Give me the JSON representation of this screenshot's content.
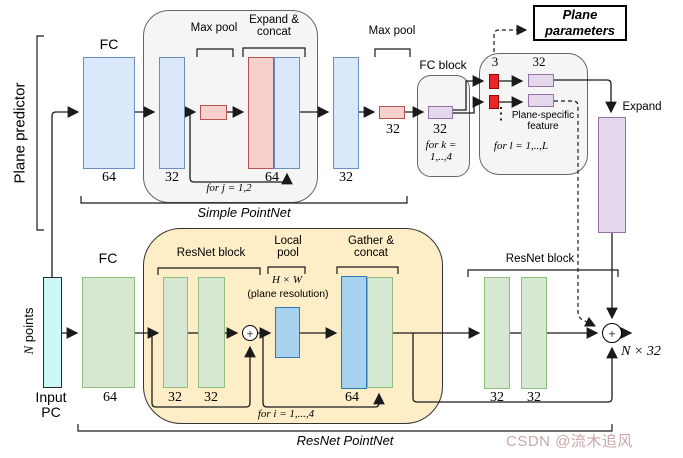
{
  "watermark": "CSDN @流木追风",
  "colors": {
    "blue_fill": "#dbe8fb",
    "blue_border": "#6c8ebf",
    "pink_fill": "#f7cfcc",
    "pink_border": "#b85450",
    "red_fill": "#e8262a",
    "red_border": "#990000",
    "purple_fill": "#e5d8ec",
    "purple_border": "#9673a6",
    "green_fill": "#d7e8d2",
    "green_border": "#8fbd7e",
    "cyan_fill": "#ccf8f8",
    "skyblue_fill": "#a8d3ee",
    "skyblue_border": "#2d7bb5",
    "yellow_fill": "#fdeec7",
    "gray_fill": "#f5f5f5"
  },
  "plane_predictor": {
    "section_label": "Plane predictor",
    "fc_label": "FC",
    "fc_out": "64",
    "hidden1": "32",
    "simple_pointnet": {
      "max_pool": "Max pool",
      "expand_concat": "Expand &\nconcat",
      "concat_out": "64",
      "loop": "for j = 1,2",
      "caption": "Simple PointNet"
    },
    "hidden2": "32",
    "max_pool2": "Max pool",
    "pooled": "32",
    "fc_block": {
      "title": "FC block",
      "out": "32",
      "loop": "for k =\n1,..,4"
    },
    "plane_heads": {
      "params_dim": "3",
      "feat_dim": "32",
      "dots": "⋮",
      "feature_label": "Plane-specific\nfeature",
      "loop": "for l = 1,..,L"
    },
    "plane_parameters": "Plane\nparameters",
    "expand": "Expand"
  },
  "resnet_pointnet": {
    "input_label": "Input\nPC",
    "points_n": "N",
    "points_rest": " points",
    "fc_label": "FC",
    "fc_out": "64",
    "resnet_block1": {
      "title": "ResNet block",
      "c1": "32",
      "c2": "32"
    },
    "local_pool": {
      "title": "Local\npool",
      "resolution_math": "H × W",
      "resolution_note": "(plane resolution)"
    },
    "gather_concat": {
      "title": "Gather &\nconcat",
      "out": "64"
    },
    "loop": "for i = 1,...,4",
    "resnet_block2": {
      "title": "ResNet block",
      "c1": "32",
      "c2": "32"
    },
    "caption": "ResNet PointNet",
    "output": "N × 32",
    "plus": "+"
  }
}
